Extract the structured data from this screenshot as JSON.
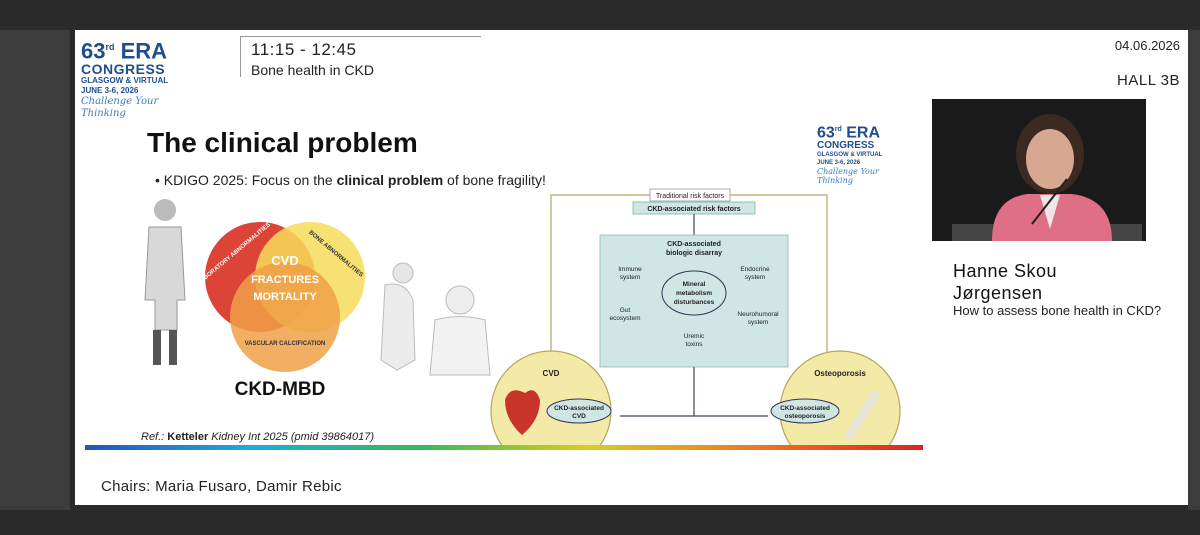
{
  "header": {
    "logo": {
      "number": "63",
      "ordinal": "rd",
      "era": "ERA",
      "congress": "CONGRESS",
      "location": "GLASGOW & VIRTUAL",
      "dates": "JUNE 3-6, 2026",
      "tagline": "Challenge Your Thinking"
    },
    "session_time": "11:15 - 12:45",
    "session_title": "Bone health in CKD",
    "date": "04.06.2026",
    "hall": "HALL 3B"
  },
  "slide": {
    "title": "The clinical problem",
    "bullet_prefix": "• KDIGO 2025: Focus on the ",
    "bullet_bold": "clinical problem",
    "bullet_suffix": " of bone fragility!",
    "venn": {
      "lab": "LABORATORY ABNORMALITIES",
      "bone": "BONE ABNORMALITIES",
      "vascular": "VASCULAR CALCIFICATION",
      "cvd": "CVD",
      "fractures": "FRACTURES",
      "mortality": "MORTALITY",
      "caption": "CKD-MBD"
    },
    "diagram": {
      "traditional": "Traditional risk factors",
      "ckd_risk": "CKD-associated risk factors",
      "disarray_1": "CKD-associated",
      "disarray_2": "biologic disarray",
      "immune_1": "Immune",
      "immune_2": "system",
      "endocrine_1": "Endocrine",
      "endocrine_2": "system",
      "gut_1": "Gut",
      "gut_2": "ecosystem",
      "neuro_1": "Neurohumoral",
      "neuro_2": "system",
      "uremic_1": "Uremic",
      "uremic_2": "toxins",
      "mineral_1": "Mineral",
      "mineral_2": "metabolism",
      "mineral_3": "disturbances",
      "cvd_label": "CVD",
      "cvd_inner_1": "CKD-associated",
      "cvd_inner_2": "CVD",
      "osteo_label": "Osteoporosis",
      "osteo_inner_1": "CKD-associated",
      "osteo_inner_2": "osteoporosis"
    },
    "ref_prefix": "Ref.: ",
    "ref_author": "Ketteler",
    "ref_rest": " Kidney Int 2025  (pmid 39864017)",
    "slide_logo": {
      "number": "63",
      "ordinal": "rd",
      "era": "ERA",
      "congress": "CONGRESS",
      "location": "GLASGOW & VIRTUAL",
      "dates": "JUNE 3-6, 2026",
      "tagline": "Challenge Your Thinking"
    }
  },
  "speaker": {
    "name_line1": "Hanne Skou",
    "name_line2": "Jørgensen",
    "talk_title": "How to assess bone health in CKD?"
  },
  "chairs": "Chairs: Maria Fusaro, Damir Rebic",
  "colors": {
    "brand_blue": "#1f4e8c",
    "venn_red": "#d93a2b",
    "venn_orange": "#f0a046",
    "venn_yellow": "#f6dc5a",
    "diagram_teal": "#cfe6e4",
    "circle_yellow": "#f4eaa8"
  }
}
